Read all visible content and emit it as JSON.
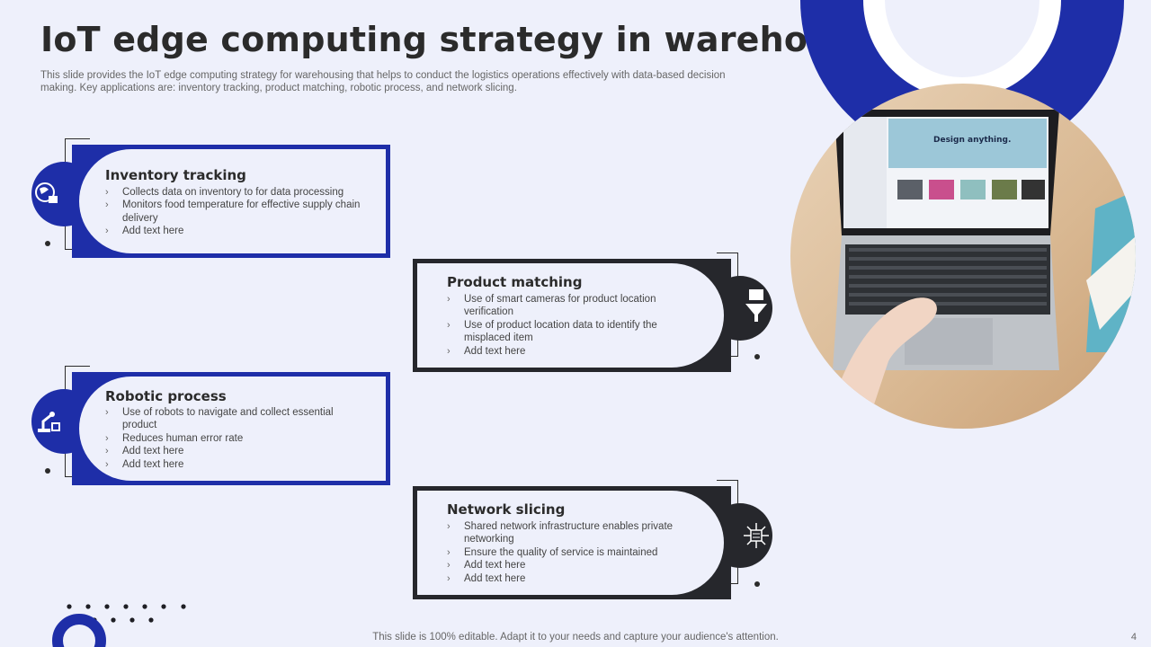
{
  "title": "IoT edge computing strategy in warehousing",
  "subtitle": "This slide provides the IoT edge computing strategy for warehousing that helps to conduct the logistics operations effectively with data-based decision making. Key applications are: inventory tracking, product matching, robotic process, and network slicing.",
  "cards": [
    {
      "title": "Inventory tracking",
      "items": [
        "Collects data on inventory to for data processing",
        "Monitors food temperature for effective supply chain delivery",
        "Add text here"
      ],
      "icon": "globe-warehouse-icon"
    },
    {
      "title": "Product matching",
      "items": [
        "Use of smart cameras for product location verification",
        "Use of product location data to identify the misplaced item",
        "Add text here"
      ],
      "icon": "puzzle-funnel-icon"
    },
    {
      "title": "Robotic process",
      "items": [
        "Use of robots to navigate and collect essential product",
        "Reduces human error rate",
        "Add text here",
        "Add text here"
      ],
      "icon": "robot-arm-icon"
    },
    {
      "title": "Network slicing",
      "items": [
        "Shared network infrastructure enables private networking",
        "Ensure the quality of service is maintained",
        "Add text here",
        "Add text here"
      ],
      "icon": "network-server-icon"
    }
  ],
  "laptop_screen_text": "Design anything.",
  "footer": "This slide is 100% editable. Adapt it to your needs and capture your audience's attention.",
  "page_number": "4",
  "colors": {
    "accent": "#1e2ea8",
    "dark": "#26272c",
    "background": "#eef0fb"
  }
}
